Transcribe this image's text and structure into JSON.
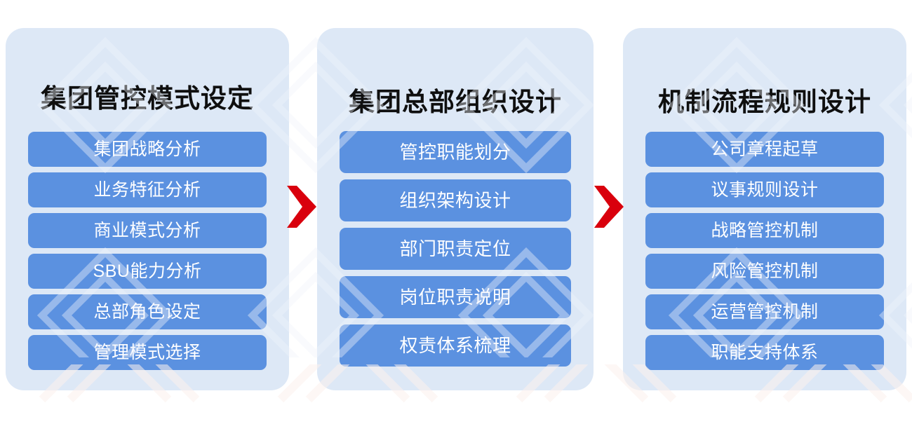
{
  "theme": {
    "page_background": "#ffffff",
    "panel_background": "#dde8f6",
    "item_background": "#5b91e0",
    "item_text_color": "#ffffff",
    "title_color": "#0f0f0f",
    "arrow_color": "#d9000d"
  },
  "diagram": {
    "type": "three-stage-process-flow",
    "stages": [
      {
        "title": "集团管控模式设定",
        "items": [
          "集团战略分析",
          "业务特征分析",
          "商业模式分析",
          "SBU能力分析",
          "总部角色设定",
          "管理模式选择"
        ]
      },
      {
        "title": "集团总部组织设计",
        "items": [
          "管控职能划分",
          "组织架构设计",
          "部门职责定位",
          "岗位职责说明",
          "权责体系梳理"
        ]
      },
      {
        "title": "机制流程规则设计",
        "items": [
          "公司章程起草",
          "议事规则设计",
          "战略管控机制",
          "风险管控机制",
          "运营管控机制",
          "职能支持体系"
        ]
      }
    ],
    "connectors": [
      {
        "name": "arrow-stage1-to-stage2",
        "glyph": "chevron-right"
      },
      {
        "name": "arrow-stage2-to-stage3",
        "glyph": "chevron-right"
      }
    ]
  }
}
